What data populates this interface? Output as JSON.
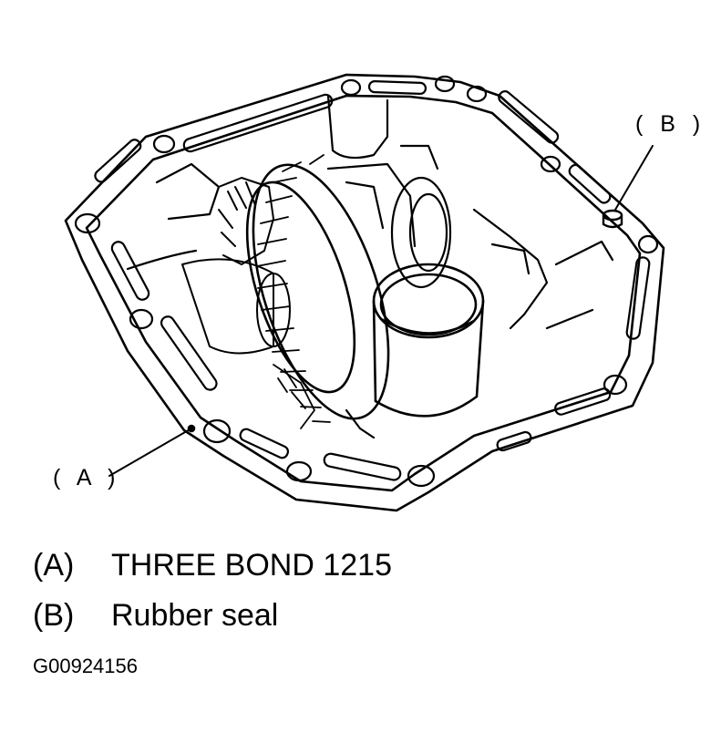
{
  "callouts": {
    "a": "( A )",
    "b": "( B )"
  },
  "legend": [
    {
      "key": "(A)",
      "label": "THREE BOND 1215"
    },
    {
      "key": "(B)",
      "label": "Rubber seal"
    }
  ],
  "figure_id": "G00924156",
  "colors": {
    "ink": "#000000",
    "paper": "#ffffff"
  }
}
